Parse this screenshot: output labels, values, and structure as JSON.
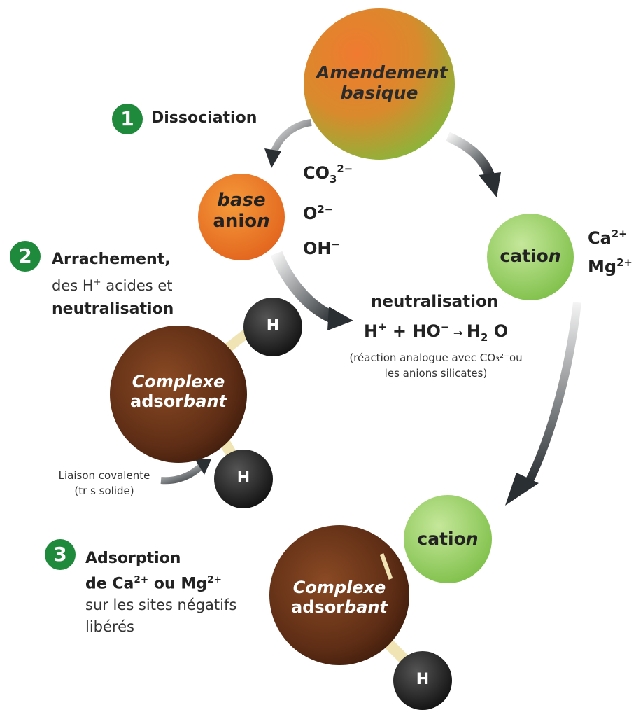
{
  "steps": {
    "s1": {
      "num": "1",
      "label": "Dissociation"
    },
    "s2": {
      "num": "2",
      "line1": "Arrachement,",
      "line2_pre": "des H",
      "line2_sup": "+",
      "line2_post": " acides et",
      "line3": "neutralisation"
    },
    "s3": {
      "num": "3",
      "line1": "Adsorption",
      "line2_pre": "de Ca",
      "line2_sup1": "2+",
      "line2_mid": " ou Mg",
      "line2_sup2": "2+",
      "line3": "sur les sites négatifs",
      "line4": "libérés"
    }
  },
  "balls": {
    "amendement": {
      "line1": "Amendement",
      "line2": "basique"
    },
    "base": {
      "line1": "base",
      "line2_pre": "anio",
      "line2_it": "n"
    },
    "cation_top": {
      "pre": "catio",
      "it": "n"
    },
    "cation_bottom": {
      "pre": "catio",
      "it": "n"
    },
    "complexe_top": {
      "line1": "Complexe",
      "line2_pre": "adsor",
      "line2_it": "bant"
    },
    "complexe_bottom": {
      "line1": "Complexe",
      "line2_pre": "adsor",
      "line2_it": "bant"
    },
    "h": "H"
  },
  "anions": {
    "co3_base": "CO",
    "co3_sub": "3",
    "co3_sup": "2−",
    "o_base": "O",
    "o_sup": "2−",
    "oh_base": "OH",
    "oh_sup": "−"
  },
  "cations": {
    "ca_base": "Ca",
    "ca_sup": "2+",
    "mg_base": "Mg",
    "mg_sup": "2+"
  },
  "reaction": {
    "title": "neutralisation",
    "h": "H",
    "h_sup": "+",
    "plus": " + ",
    "ho": "HO",
    "ho_sup": "−",
    "arrow": " → ",
    "h2": "H",
    "h2_sub": "2",
    "o": " O",
    "note_line1": "(réaction analogue avec CO₃²⁻ou",
    "note_line2": "les anions silicates)"
  },
  "liaison": {
    "line1": "Liaison covalente",
    "line2": "(tr  s solide)"
  },
  "colors": {
    "green_step": "#1f8a3c",
    "orange": "#e8782a",
    "green_ball": "#8cc63f",
    "brown": "#5a2a14",
    "black_ball": "#1e1e1e",
    "bond": "#f0e4b4"
  }
}
